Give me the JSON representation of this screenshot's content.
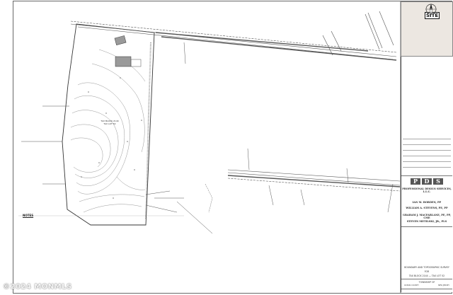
{
  "sheet": {
    "lot_label": {
      "line1": "TAX BLOCK 2144",
      "line2": "TAX LOT 52"
    }
  },
  "notes": {
    "title": "NOTES"
  },
  "title_block": {
    "company": {
      "logo_letters": [
        "P",
        "D",
        "S"
      ],
      "name": "PROFESSIONAL DESIGN SERVICES, L.L.C."
    },
    "engineers": [
      "IAN M. BORDEN, PP",
      "WILLIAM A. STEVENS, PE, PP",
      "GRAHAM J. MACFARLANE, PE, PP, CME",
      "STEVEN METILSKI, JR., PLS"
    ],
    "project": {
      "line1": "BOUNDARY AND TOPOGRAPHIC SURVEY",
      "line2": "FOR",
      "line3": "TAX BLOCK 2144  —  TAX LOT 52"
    },
    "municipality": {
      "township": "TOWNSHIP OF",
      "county": "OCEAN COUNTY",
      "state": "NEW JERSEY"
    }
  },
  "locator_map": {
    "site_label": "SITE"
  },
  "watermark": {
    "text": "©2024 MONMLS"
  },
  "colors": {
    "line": "#333333",
    "contour": "#8a8a8a",
    "road": "#555555",
    "building": "#9a9a9a",
    "map_bg": "#ece7e1"
  }
}
